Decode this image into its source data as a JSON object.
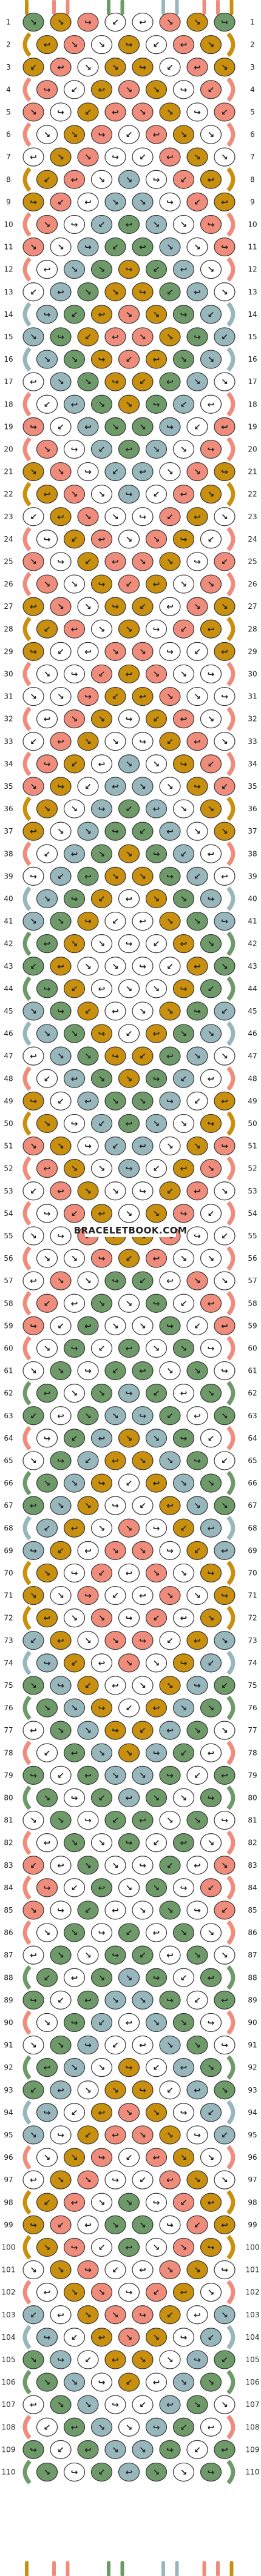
{
  "watermark": "BRACELETBOOK.COM",
  "row_numbers": [
    "1",
    "2",
    "3",
    "4",
    "5",
    "6",
    "7",
    "8",
    "9",
    "10",
    "11",
    "12",
    "13",
    "14",
    "15",
    "16",
    "17",
    "18",
    "19",
    "20",
    "21",
    "22",
    "23",
    "24",
    "25",
    "26",
    "27",
    "28",
    "29",
    "30",
    "31",
    "32",
    "33",
    "34",
    "35",
    "36",
    "37",
    "38",
    "39",
    "40",
    "41",
    "42",
    "43",
    "44",
    "45",
    "46",
    "47",
    "48",
    "49",
    "50",
    "51",
    "52",
    "53",
    "54",
    "55",
    "56",
    "57",
    "58",
    "59",
    "60",
    "61",
    "62",
    "63",
    "64",
    "65",
    "66",
    "67",
    "68",
    "69",
    "70",
    "71",
    "72",
    "73",
    "74",
    "75",
    "76",
    "77",
    "78",
    "79",
    "80",
    "81",
    "82",
    "83",
    "84",
    "85",
    "86",
    "87",
    "88",
    "89",
    "90",
    "91",
    "92",
    "93",
    "94",
    "95",
    "96",
    "97",
    "98",
    "99",
    "100",
    "101",
    "102",
    "103",
    "104",
    "105",
    "106",
    "107",
    "108",
    "109",
    "110"
  ],
  "colors": {
    "salmon": "#f08c7c",
    "green": "#6e9a6a",
    "blue": "#97b7bd",
    "gold": "#c8900e",
    "white": "#ffffff",
    "outline": "#333333"
  },
  "strings_top": [
    "gold",
    "white",
    "salmon",
    "salmon",
    "white",
    "white",
    "green",
    "green",
    "white",
    "white",
    "blue",
    "blue",
    "white",
    "salmon",
    "salmon",
    "gold"
  ],
  "arrow_glyphs": {
    "forward": "↘",
    "backward": "↙",
    "forward_backward": "↪",
    "backward_forward": "↩"
  }
}
